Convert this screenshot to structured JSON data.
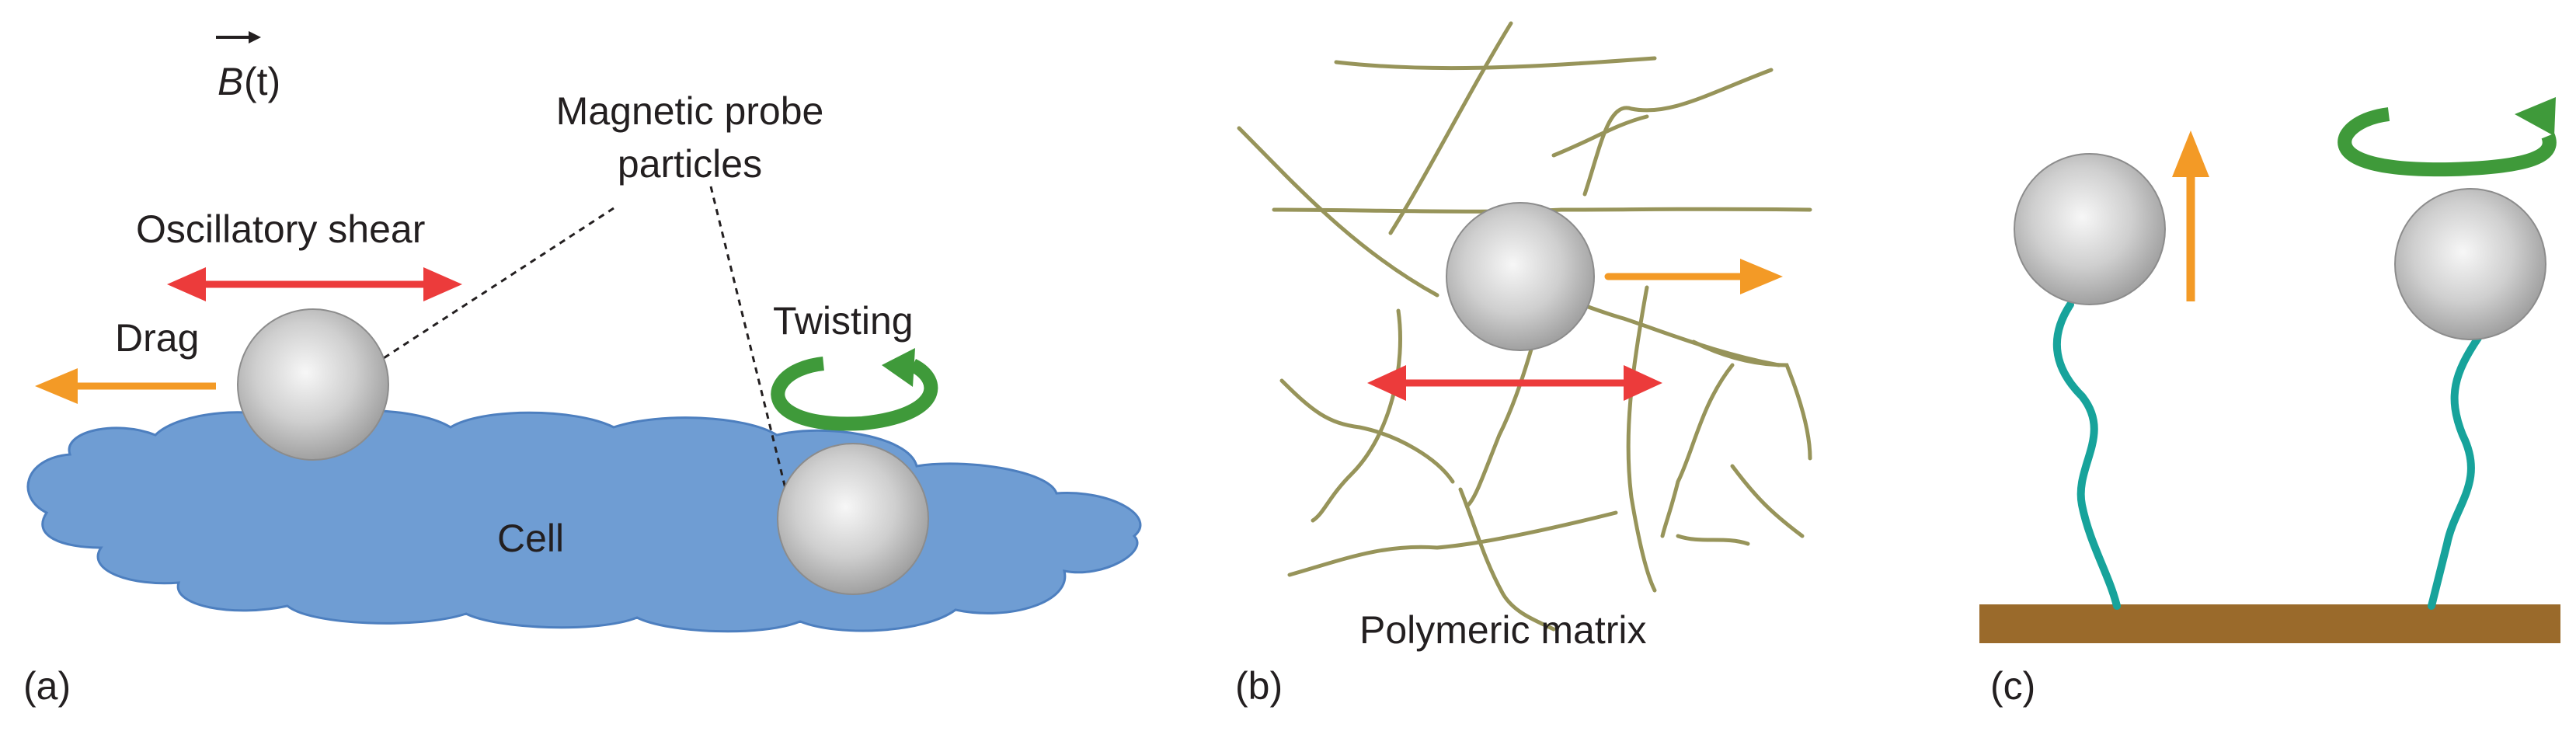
{
  "panel_a": {
    "panel_label": "(a)",
    "field_symbol": "B",
    "field_argument": "(t)",
    "probe_label_line1": "Magnetic probe",
    "probe_label_line2": "particles",
    "oscillatory_shear_label": "Oscillatory shear",
    "drag_label": "Drag",
    "twisting_label": "Twisting",
    "cell_label": "Cell"
  },
  "panel_b": {
    "panel_label": "(b)",
    "matrix_label": "Polymeric matrix"
  },
  "panel_c": {
    "panel_label": "(c)"
  },
  "colors": {
    "cell_fill": "#6f9dd3",
    "cell_stroke": "#4d7fbf",
    "shear_arrow": "#ec3b3b",
    "drag_arrow": "#f39a26",
    "twist_arrow": "#3f9a3a",
    "polymer_fiber": "#97945a",
    "tether": "#17a39b",
    "substrate": "#9a6a2b",
    "particle": "#c8c8c8"
  }
}
